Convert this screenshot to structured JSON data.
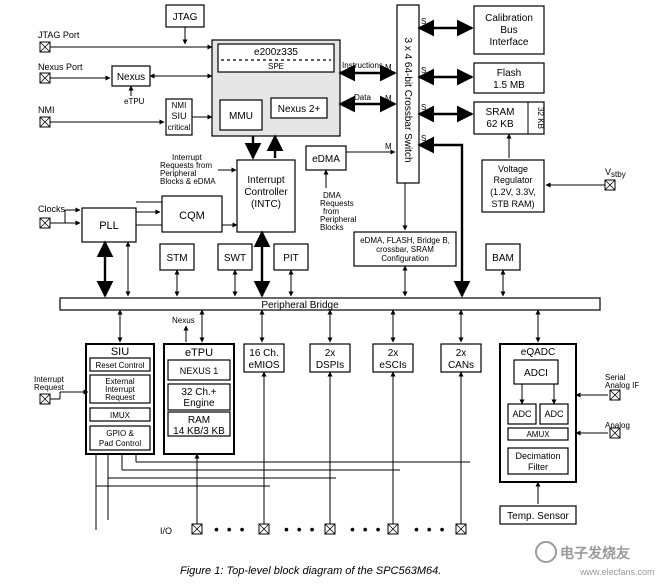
{
  "labels": {
    "jtag": "JTAG",
    "jtag_port": "JTAG Port",
    "nexus_port": "Nexus Port",
    "nexus": "Nexus",
    "etpu_small": "eTPU",
    "nmi": "NMI",
    "nmi_small": "NMI",
    "siu_small": "SIU",
    "critical": "critical",
    "core": "e200z335",
    "spe": "SPE",
    "mmu": "MMU",
    "nexus2": "Nexus 2+",
    "instructions": "Instructions",
    "data": "Data",
    "m": "M",
    "s": "S",
    "crossbar": "3 x 4 64-bit Crossbar Switch",
    "cal_bus_1": "Calibration",
    "cal_bus_2": "Bus",
    "cal_bus_3": "Interface",
    "flash_1": "Flash",
    "flash_2": "1.5 MB",
    "sram_1": "SRAM",
    "sram_2": "62 KB",
    "sram_32kb": "32 KB",
    "vreg_1": "Voltage",
    "vreg_2": "Regulator",
    "vreg_3": "(1.2V, 3.3V,",
    "vreg_4": "STB RAM)",
    "vstby": "V",
    "vstby_sub": "stby",
    "edma": "eDMA",
    "dma_req_1": "DMA",
    "dma_req_2": "Requests",
    "dma_req_3": "from",
    "dma_req_4": "Peripheral",
    "dma_req_5": "Blocks",
    "irq_req_1": "Interrupt",
    "irq_req_2": "Requests from",
    "irq_req_3": "Peripheral",
    "irq_req_4": "Blocks & eDMA",
    "intc_1": "Interrupt",
    "intc_2": "Controller",
    "intc_3": "(INTC)",
    "clocks": "Clocks",
    "pll": "PLL",
    "cqm": "CQM",
    "stm": "STM",
    "swt": "SWT",
    "pit": "PIT",
    "cfg_1": "eDMA, FLASH, Bridge B,",
    "cfg_2": "crossbar, SRAM",
    "cfg_3": "Configuration",
    "bam": "BAM",
    "bridge": "Peripheral Bridge",
    "siu": "SIU",
    "reset_ctrl": "Reset Control",
    "ext_irq_1": "External",
    "ext_irq_2": "Interrupt",
    "ext_irq_3": "Request",
    "imux": "IMUX",
    "gpio_1": "GPIO &",
    "gpio_2": "Pad Control",
    "irq_in_1": "Interrupt",
    "irq_in_2": "Request",
    "nexus_small": "Nexus",
    "etpu": "eTPU",
    "etpu_nexus1": "NEXUS 1",
    "etpu_eng_1": "32 Ch.+",
    "etpu_eng_2": "Engine",
    "etpu_ram_1": "RAM",
    "etpu_ram_2": "14 KB/3 KB",
    "emios_1": "16 Ch.",
    "emios_2": "eMIOS",
    "dspi_1": "2x",
    "dspi_2": "DSPIs",
    "esci_1": "2x",
    "esci_2": "eSCIs",
    "can_1": "2x",
    "can_2": "CANs",
    "eqadc": "eQADC",
    "adci": "ADCI",
    "adc": "ADC",
    "amux": "AMUX",
    "decim_1": "Decimation",
    "decim_2": "Filter",
    "serial_if_1": "Serial",
    "serial_if_2": "Analog IF",
    "analog": "Analog",
    "temp": "Temp. Sensor",
    "io": "I/O",
    "dots": "• • •",
    "caption": "Figure 1: Top-level block diagram of the SPC563M64.",
    "watermark_cn": "电子发烧友",
    "watermark_url": "www.elecfans.com"
  }
}
